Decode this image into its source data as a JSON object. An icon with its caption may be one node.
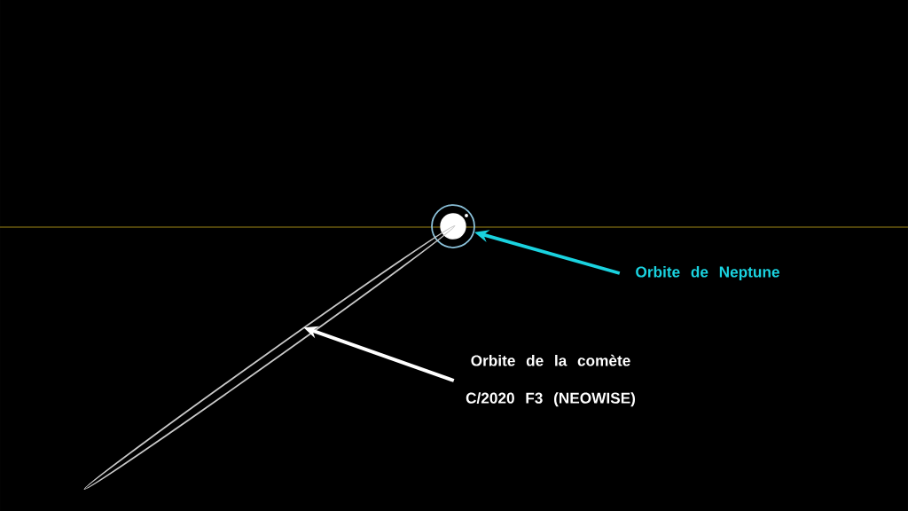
{
  "diagram": {
    "nodes": [
      {
        "text": [
          "Orbite de Neptune"
        ]
      },
      {
        "text": [],
        "shape": "circle"
      },
      {
        "text": [
          "Orbite de la comète C/2020 F3 (NEOWISE)"
        ]
      },
      {
        "text": [],
        "shape": "ellipse"
      }
    ],
    "edges": [
      {
        "from": 0,
        "to": 1,
        "arrow": "to",
        "color": "#1ad3e0"
      },
      {
        "from": 2,
        "to": 3,
        "arrow": "to",
        "color": "#ffffff"
      }
    ]
  }
}
